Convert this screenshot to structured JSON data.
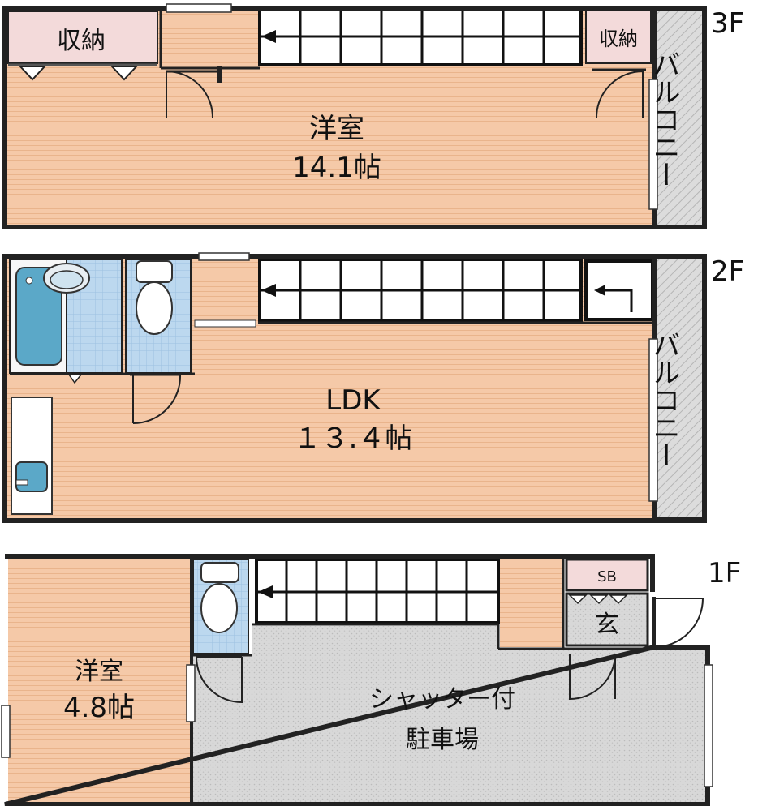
{
  "floors": {
    "f3": {
      "floor_label": "3F",
      "room_name": "洋室",
      "room_size": "14.1帖",
      "storage_left": "収納",
      "storage_right": "収納",
      "balcony": "バルコニー"
    },
    "f2": {
      "floor_label": "2F",
      "room_name": "LDK",
      "room_size": "１３.４帖",
      "balcony": "バルコニー"
    },
    "f1": {
      "floor_label": "1F",
      "room_name": "洋室",
      "room_size": "4.8帖",
      "shoe_box": "SB",
      "entrance": "玄",
      "garage_line1": "シャッター付",
      "garage_line2": "駐車場"
    }
  },
  "colors": {
    "floor_wood": "#f5c9a8",
    "garage": "#d9d9d9",
    "storage": "#f3dada",
    "tile": "#b9d6ee",
    "fixture": "#5ba8c8",
    "wall": "#222222"
  }
}
